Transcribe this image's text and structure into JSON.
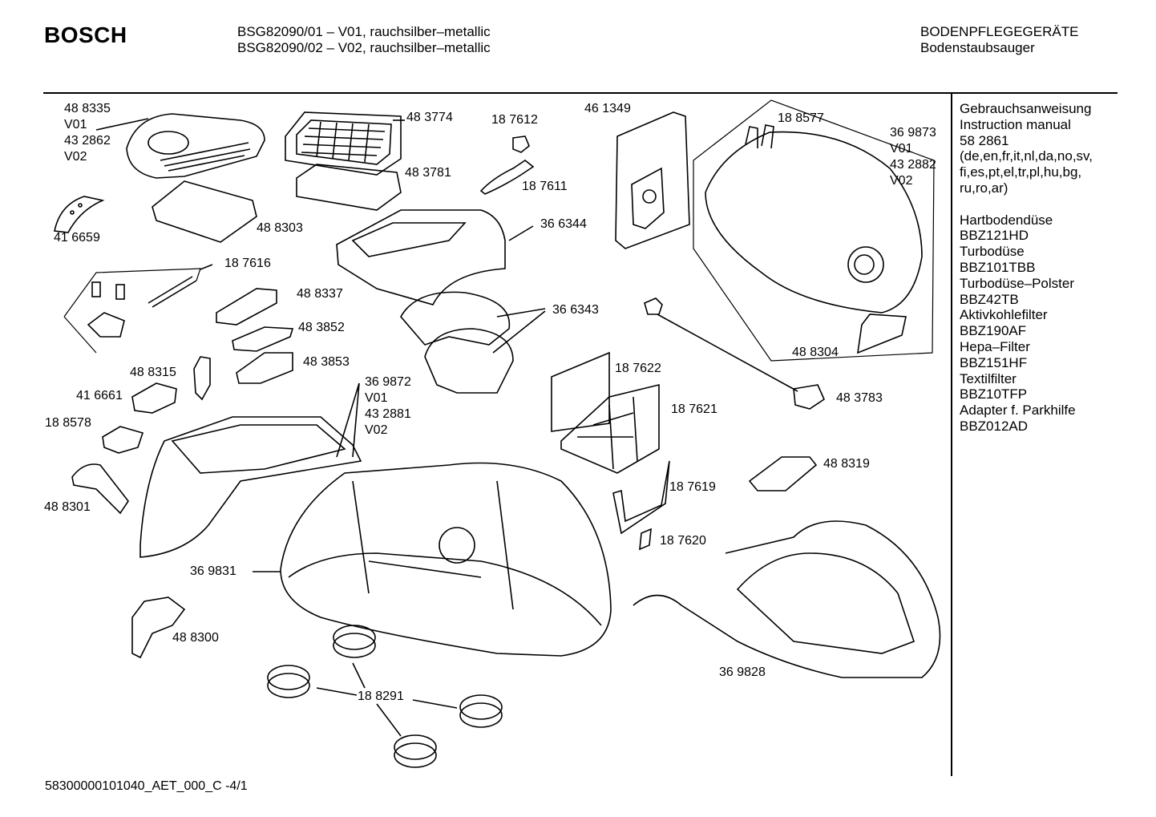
{
  "header": {
    "brand": "BOSCH",
    "model_line_1": "BSG82090/01  – V01, rauchsilber–metallic",
    "model_line_2": "BSG82090/02  – V02, rauchsilber–metallic",
    "category": "BODENPFLEGEGERÄTE",
    "subcategory": "Bodenstaubsauger"
  },
  "sidebar": [
    "Gebrauchsanweisung",
    "Instruction manual",
    "58 2861",
    "(de,en,fr,it,nl,da,no,sv,",
    "fi,es,pt,el,tr,pl,hu,bg,",
    "ru,ro,ar)",
    "",
    "Hartbodendüse",
    "BBZ121HD",
    "Turbodüse",
    "BBZ101TBB",
    "Turbodüse–Polster",
    "BBZ42TB",
    "Aktivkohlefilter",
    "BBZ190AF",
    "Hepa–Filter",
    "BBZ151HF",
    "Textilfilter",
    "BBZ10TFP",
    "Adapter f. Parkhilfe",
    "BBZ012AD"
  ],
  "parts": {
    "p488335": [
      "48 8335",
      "V01",
      "43 2862",
      "V02"
    ],
    "p416659": "41 6659",
    "p488303": "48 8303",
    "p483774": "48 3774",
    "p483781": "48 3781",
    "p187612": "18 7612",
    "p187611": "18 7611",
    "p461349": "46 1349",
    "p188577": "18 8577",
    "p369873": [
      "36 9873",
      "V01",
      "43 2882",
      "V02"
    ],
    "p366344": "36 6344",
    "p187616": "18 7616",
    "p488337": "48 8337",
    "p483852": "48 3852",
    "p366343": "36 6343",
    "p483853": "48 3853",
    "p488315": "48 8315",
    "p416661": "41 6661",
    "p188578": "18 8578",
    "p369872": [
      "36 9872",
      "V01",
      "43 2881",
      "V02"
    ],
    "p488304": "48 8304",
    "p187622": "18 7622",
    "p483783": "48 3783",
    "p187621": "18 7621",
    "p488319": "48 8319",
    "p488301": "48 8301",
    "p187619": "18 7619",
    "p187620": "18 7620",
    "p369831": "36 9831",
    "p488300": "48 8300",
    "p369828": "36 9828",
    "p188291": "18 8291"
  },
  "footer": "58300000101040_AET_000_C   -4/1"
}
